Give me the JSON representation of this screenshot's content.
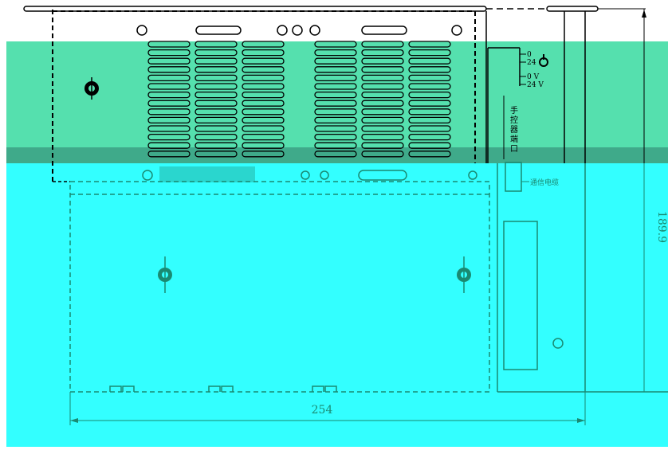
{
  "colors": {
    "background": "#ffffff",
    "band_green": "#55e0ae",
    "band_dark": "#3faa8a",
    "cyan": "#33ffff",
    "line_dark": "#000000",
    "line_teal": "#1a8a72"
  },
  "dimensions": {
    "width_label": "254",
    "height_label": "189.9"
  },
  "terminal_labels": {
    "t1": "0",
    "t2": "24",
    "t3": "0  V",
    "t4": "24 V"
  },
  "manual_port_label": "手控器端口",
  "comm_cable_label": "通信电缆"
}
